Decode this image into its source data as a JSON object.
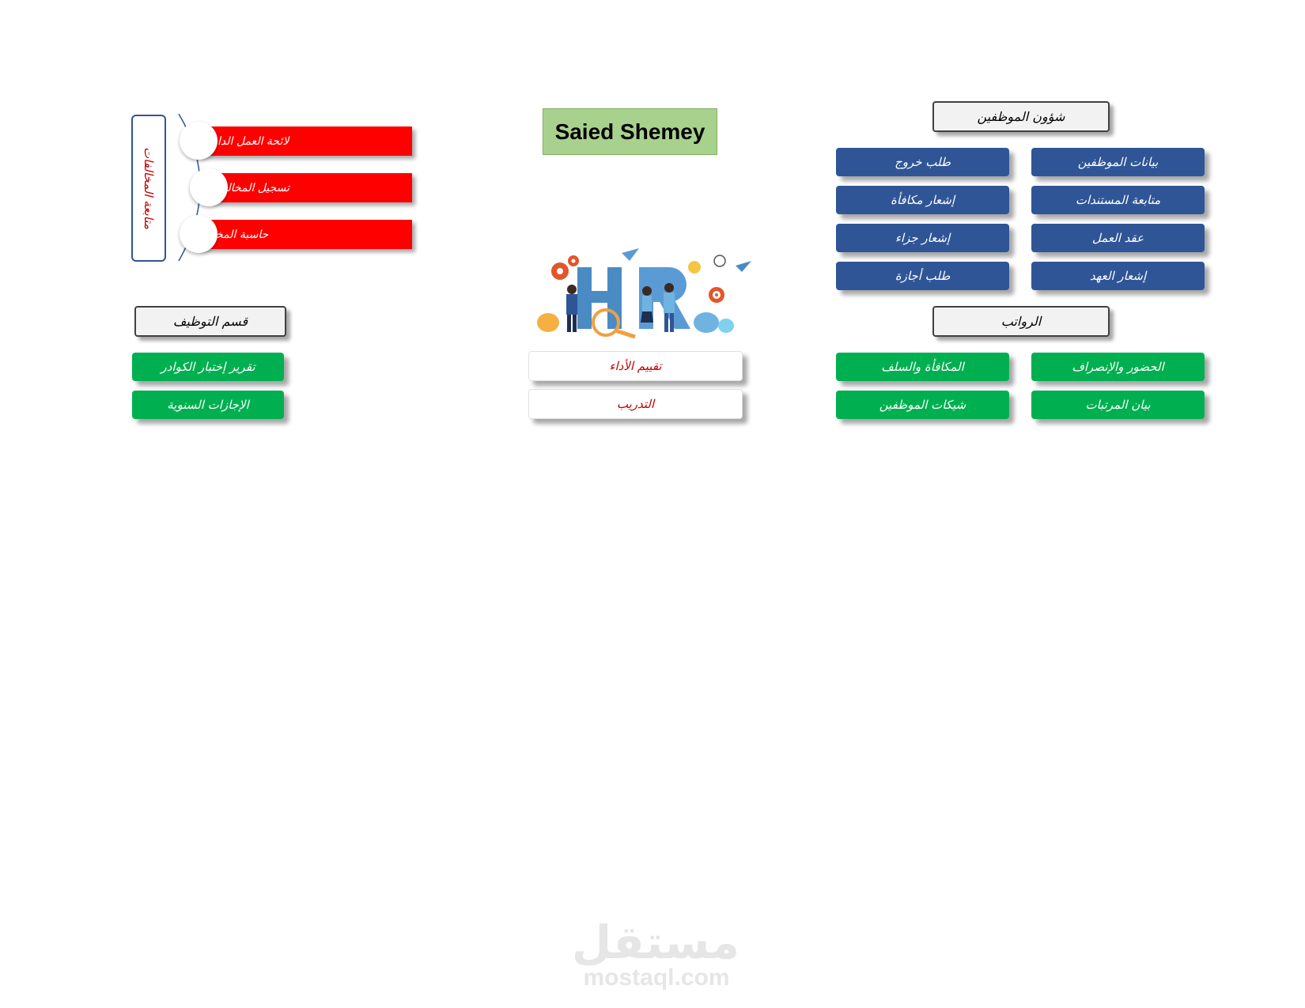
{
  "title": "Saied Shemey",
  "employee_affairs": {
    "header": "شؤون الموظفين",
    "buttons_right": [
      "بيانات الموظفين",
      "متابعة المستندات",
      "عقد العمل",
      "إشعار العهد"
    ],
    "buttons_left": [
      "طلب خروج",
      "إشعار مكافأة",
      "إشعار جزاء",
      "طلب أجازة"
    ]
  },
  "salaries": {
    "header": "الرواتب",
    "buttons_right": [
      "الحضور والإنصراف",
      "بيان المرتبات"
    ],
    "buttons_left": [
      "المكافأة والسلف",
      "شيكات الموظفين"
    ]
  },
  "center": {
    "image_label": "HR",
    "buttons": [
      "تقييم الأداء",
      "التدريب"
    ]
  },
  "violations": {
    "vertical_label": "متابعة المخالفات",
    "bars": [
      "لائحة العمل الداخلية",
      "تسجيل المخالفات",
      "حاسبة المخالفة"
    ]
  },
  "recruitment": {
    "header": "قسم التوظيف",
    "buttons": [
      "تقرير إختبار الكوادر",
      "الإجازات السنوية"
    ]
  },
  "watermark": {
    "arabic": "مستقل",
    "latin": "mostaql.com"
  }
}
